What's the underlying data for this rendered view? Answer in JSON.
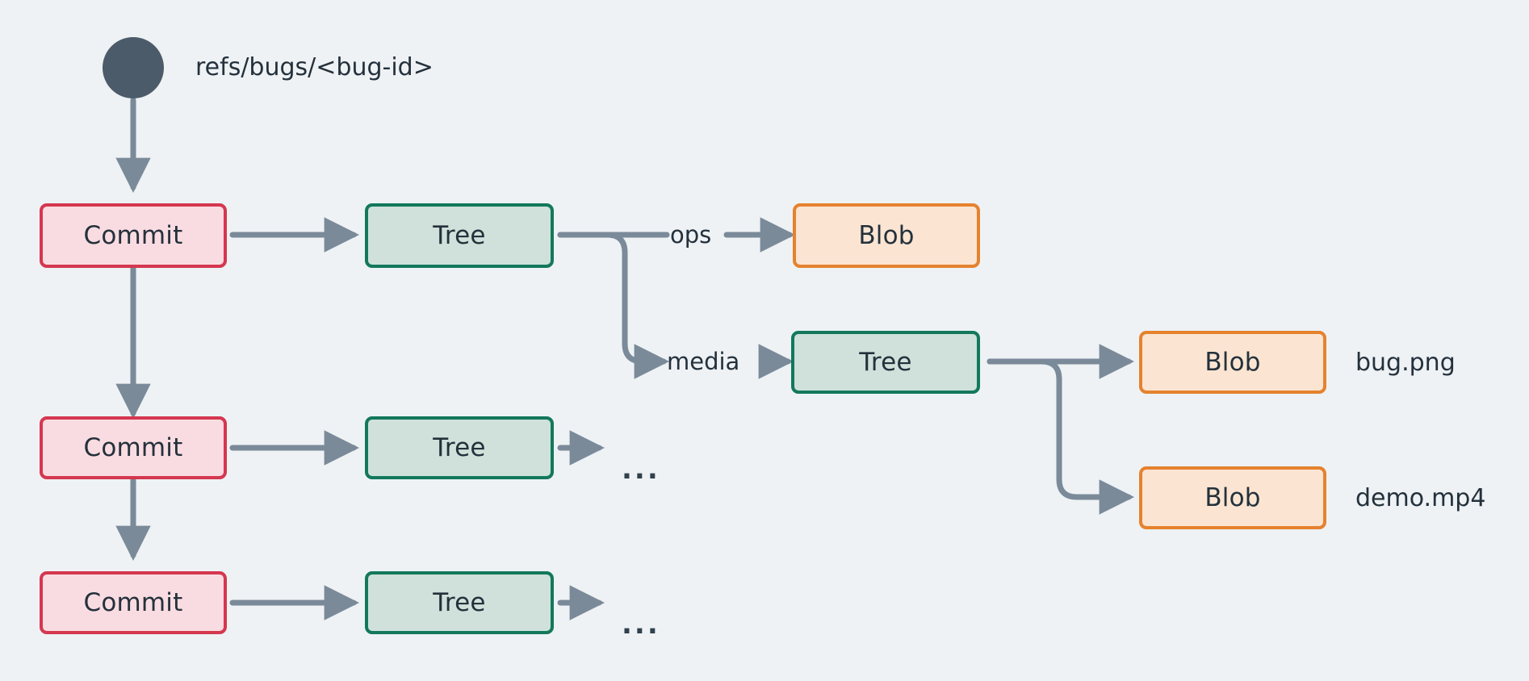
{
  "diagram": {
    "title_label": "refs/bugs/<bug-id>",
    "background_color": "#eef2f5",
    "edge_color": "#7a8a99",
    "type": "git-object-graph",
    "root": {
      "name": "ref-pointer",
      "label": "refs/bugs/<bug-id>",
      "color": "#4c5b69"
    },
    "node_styles": {
      "commit": {
        "fill": "#f9dce1",
        "border": "#d5374f"
      },
      "tree": {
        "fill": "#cfe1da",
        "border": "#13785c"
      },
      "blob": {
        "fill": "#fbe5d2",
        "border": "#e5822e"
      }
    },
    "nodes": {
      "commit_1": "Commit",
      "commit_2": "Commit",
      "commit_3": "Commit",
      "tree_1": "Tree",
      "tree_2": "Tree",
      "tree_3": "Tree",
      "tree_media": "Tree",
      "blob_ops": "Blob",
      "blob_png": "Blob",
      "blob_mp4": "Blob"
    },
    "edge_labels": {
      "ops": "ops",
      "media": "media"
    },
    "file_labels": {
      "bug_png": "bug.png",
      "demo_mp4": "demo.mp4"
    },
    "ellipsis": {
      "row2": "...",
      "row3": "..."
    }
  }
}
